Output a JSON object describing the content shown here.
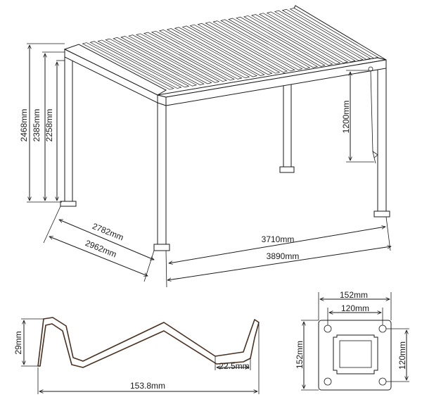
{
  "pergola": {
    "height_total": "2468mm",
    "height_beam": "2385mm",
    "height_clear": "2258mm",
    "crank_height": "1200mm",
    "depth_inner": "2782mm",
    "depth_outer": "2962mm",
    "width_inner": "3710mm",
    "width_outer": "3890mm"
  },
  "profile": {
    "height": "29mm",
    "foot": "22.5mm",
    "width": "153.8mm"
  },
  "baseplate": {
    "width_outer": "152mm",
    "width_inner": "120mm",
    "height_outer": "152mm",
    "height_inner": "120mm"
  },
  "colors": {
    "line": "#1a1a1a",
    "profile": "#4a3020"
  }
}
